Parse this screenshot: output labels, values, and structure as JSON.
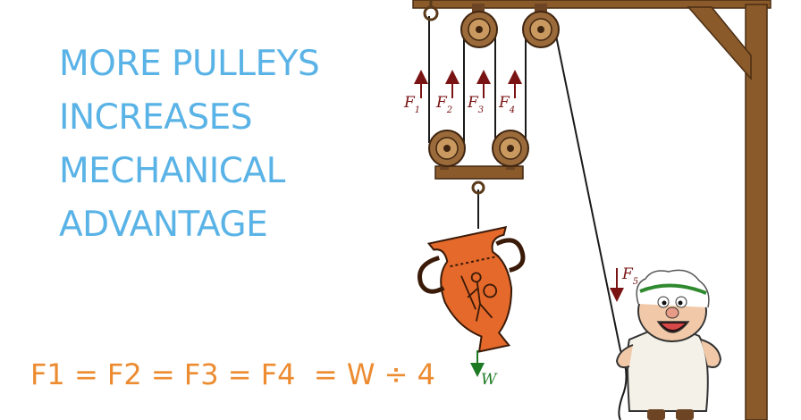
{
  "headline": {
    "lines": [
      "MORE PULLEYS",
      "INCREASES",
      "MECHANICAL",
      "ADVANTAGE"
    ]
  },
  "formula": "F1 = F2 = F3 = F4  = W ÷ 4",
  "diagram": {
    "forces": [
      {
        "letter": "F",
        "sub": "1"
      },
      {
        "letter": "F",
        "sub": "2"
      },
      {
        "letter": "F",
        "sub": "3"
      },
      {
        "letter": "F",
        "sub": "4"
      },
      {
        "letter": "F",
        "sub": "5"
      }
    ],
    "weight_label": "W"
  },
  "colors": {
    "headline": "#5ab3e6",
    "formula": "#ec8b30",
    "wood": "#8a5a2b",
    "force_arrow": "#7a1414",
    "weight_arrow": "#1d7a24",
    "vase": "#e4692a"
  }
}
